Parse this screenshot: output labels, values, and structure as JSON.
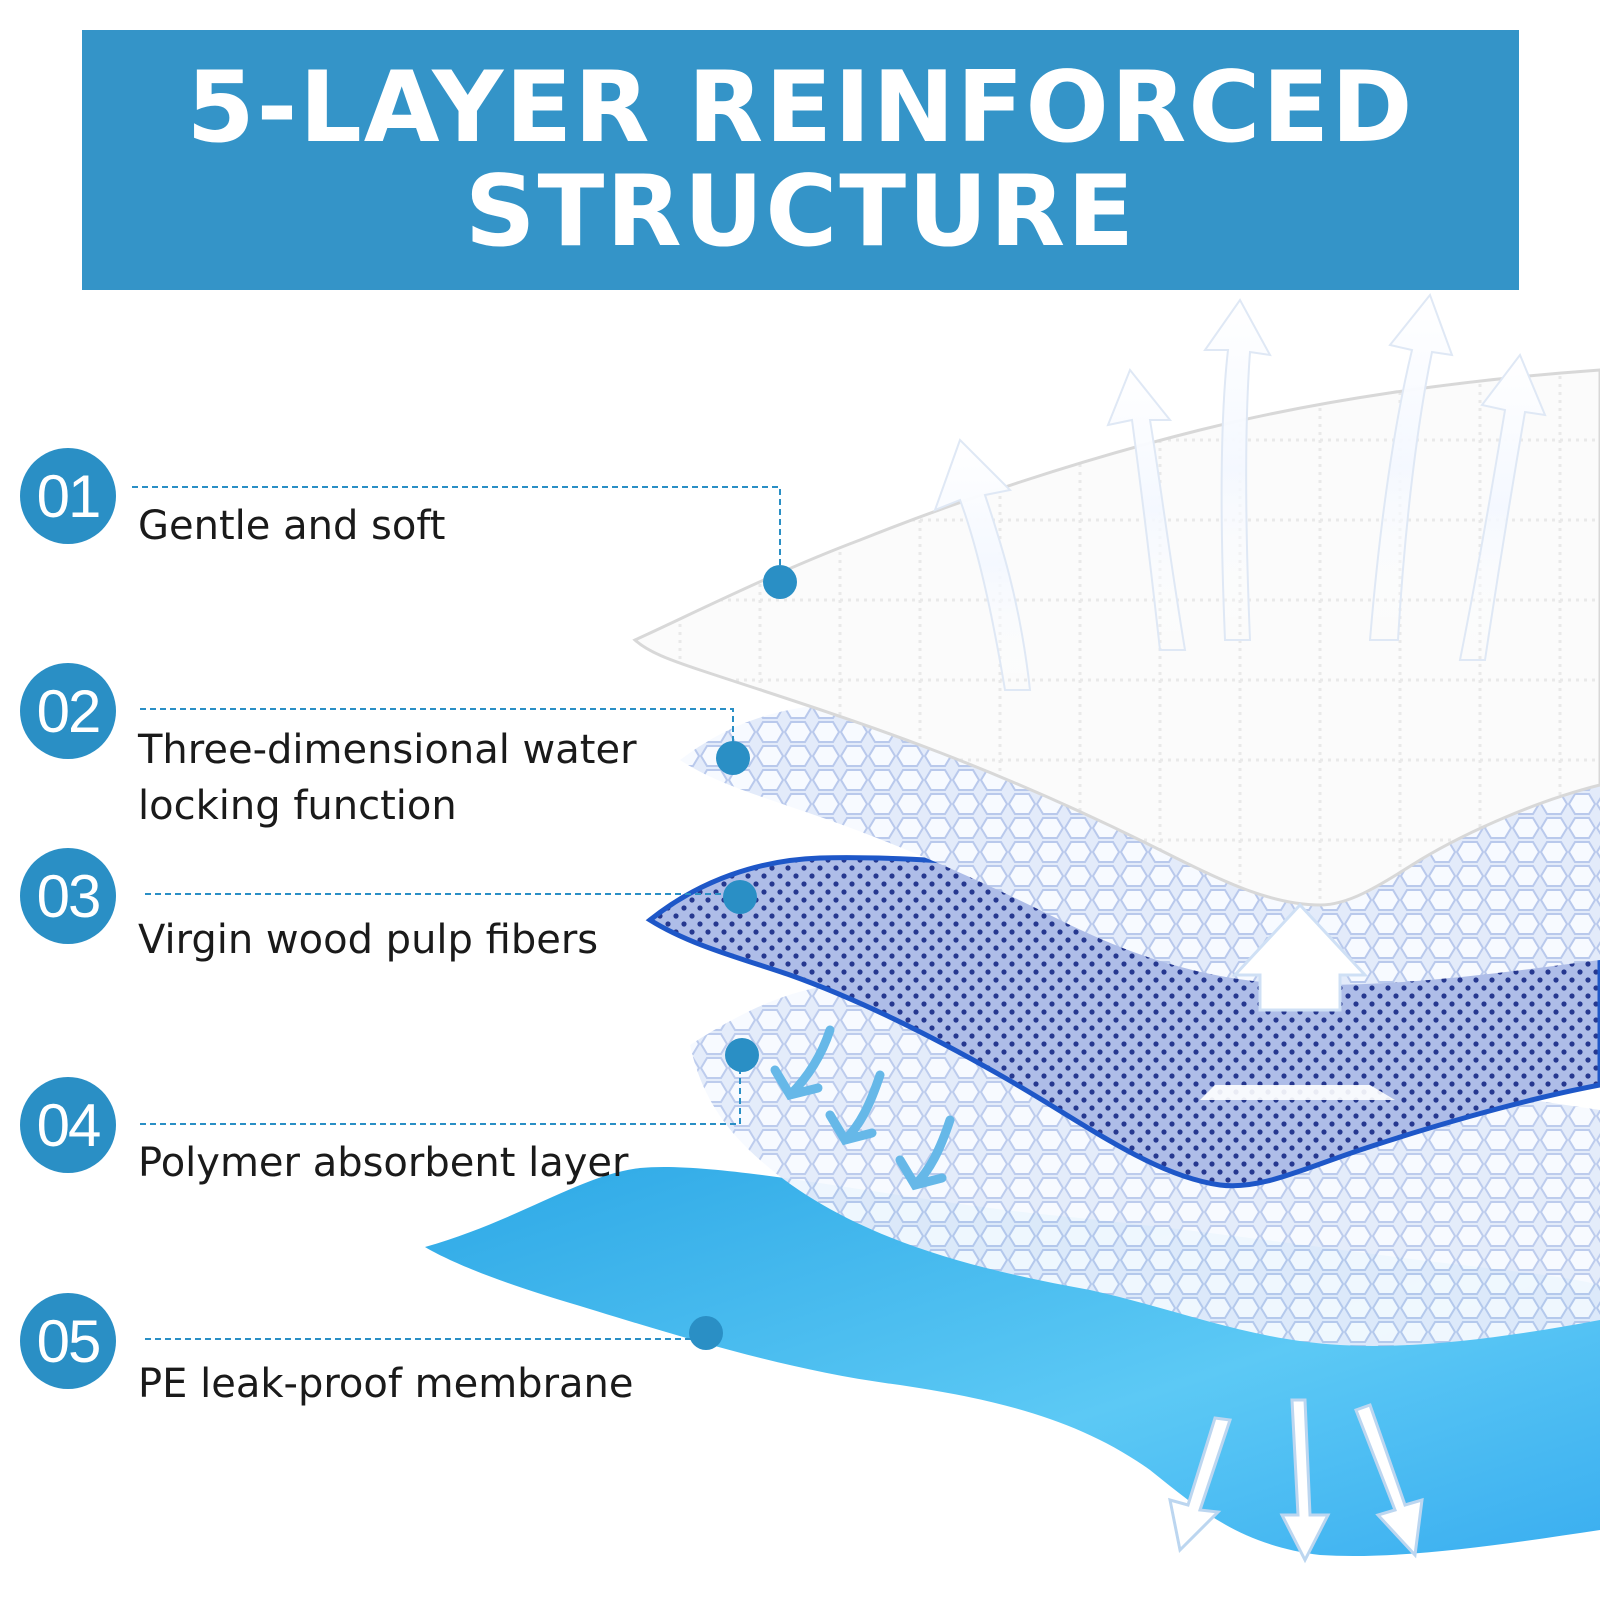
{
  "title": {
    "line1": "5-LAYER REINFORCED",
    "line2": "STRUCTURE"
  },
  "colors": {
    "banner": "#3494c8",
    "badge": "#2a8fc5",
    "leader": "#2a8fc5",
    "membrane": "#4fc3f0",
    "dot_layer": "#1e57c8"
  },
  "layers": [
    {
      "number": "01",
      "label": "Gentle and soft"
    },
    {
      "number": "02",
      "label_line1": "Three-dimensional water",
      "label_line2": "locking function"
    },
    {
      "number": "03",
      "label": "Virgin wood pulp fibers"
    },
    {
      "number": "04",
      "label": "Polymer absorbent layer"
    },
    {
      "number": "05",
      "label": "PE leak-proof membrane"
    }
  ]
}
